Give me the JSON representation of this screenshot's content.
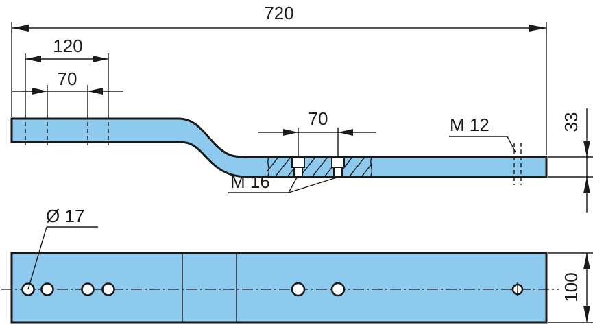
{
  "dimensions": {
    "total_length": "720",
    "hole_span_outer": "120",
    "hole_span_inner": "70",
    "thread_hole_spacing": "70",
    "thickness": "33",
    "width": "100"
  },
  "callouts": {
    "thread_large": "M  16",
    "thread_small": "M  12",
    "hole_diameter": "Ø  17"
  },
  "colors": {
    "part_fill": "#8ecaed",
    "line": "#1a1a1a"
  }
}
